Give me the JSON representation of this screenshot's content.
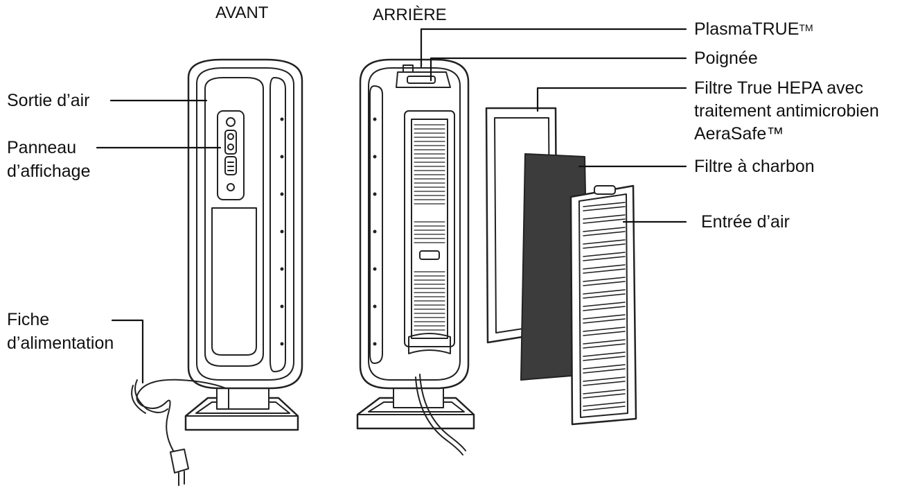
{
  "views": {
    "front": "AVANT",
    "back": "ARRIÈRE"
  },
  "labels": {
    "air_outlet": "Sortie d’air",
    "display_panel_1": "Panneau",
    "display_panel_2": "d’affichage",
    "power_plug_1": "Fiche",
    "power_plug_2": "d’alimentation",
    "plasmatrue": "PlasmaTRUE",
    "plasmatrue_mark": "TM",
    "handle": "Poignée",
    "hepa_1": "Filtre True HEPA avec",
    "hepa_2": "traitement antimicrobien",
    "hepa_3": "AeraSafe™",
    "carbon": "Filtre à charbon",
    "air_inlet": "Entrée d’air"
  }
}
